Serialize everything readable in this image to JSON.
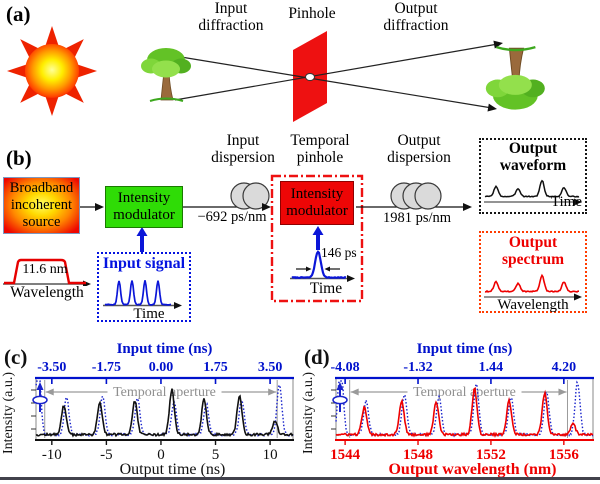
{
  "panel_a": {
    "label": "(a)",
    "input_diffraction": "Input\ndiffraction",
    "pinhole": "Pinhole",
    "output_diffraction": "Output\ndiffraction"
  },
  "panel_b": {
    "label": "(b)",
    "source": "Broadband\nincoherent\nsource",
    "modulator": "Intensity\nmodulator",
    "input_dispersion": "Input\ndispersion",
    "input_dispersion_value": "−692 ps/nm",
    "temporal_pinhole": "Temporal\npinhole",
    "temporal_modulator": "Intensity\nmodulator",
    "output_dispersion": "Output\ndispersion",
    "output_dispersion_value": "1981 ps/nm",
    "output_waveform": "Output\nwaveform",
    "output_waveform_axis": "Time",
    "output_spectrum": "Output\nspectrum",
    "output_spectrum_axis": "Wavelength",
    "source_bandwidth": "11.6 nm",
    "source_axis_label": "Wavelength",
    "input_signal": "Input signal",
    "input_signal_axis": "Time",
    "pinhole_duration": "146 ps",
    "pinhole_axis": "Time",
    "waveform_icon": {
      "peak_positions": [
        13,
        35,
        59,
        81
      ],
      "peak_heights": [
        0.62,
        0.5,
        1.0,
        0.55
      ]
    },
    "spectrum_icon": {
      "peak_positions": [
        13,
        35,
        59,
        81
      ],
      "peak_heights": [
        0.6,
        0.5,
        1.0,
        0.58
      ]
    },
    "input_signal_icon": {
      "peak_positions": [
        18,
        31,
        44,
        57
      ],
      "peak_heights": [
        1,
        1,
        1,
        1
      ]
    },
    "pinhole_pulse_icon": {
      "peak_positions": [
        30
      ],
      "peak_heights": [
        1
      ]
    }
  },
  "colors": {
    "pinhole_red": "#ee1111",
    "modulator_green": "#2fdc06",
    "signal_blue": "#0b16d8",
    "dotted_series_blue": "#1822cc",
    "output_series_red": "#ee0000"
  },
  "chart_data": [
    {
      "type": "line",
      "panel_label": "(c)",
      "ylabel": "Intensity (a.u.)",
      "xlim": [
        -11.45,
        12.1
      ],
      "top_axis": {
        "label": "Input time (ns)",
        "tick_labels": [
          "-3.50",
          "-1.75",
          "0.00",
          "1.75",
          "3.50"
        ],
        "tick_values": [
          -3.5,
          -1.75,
          0.0,
          1.75,
          3.5
        ],
        "positions": [
          -10,
          -5,
          0,
          5,
          10
        ],
        "color": "#0011cc"
      },
      "bottom_axis": {
        "label": "Output time (ns)",
        "tick_labels": [
          "-10",
          "-5",
          "0",
          "5",
          "10"
        ],
        "tick_values": [
          -10,
          -5,
          0,
          5,
          10
        ],
        "positions": [
          -10,
          -5,
          0,
          5,
          10
        ],
        "color": "#111111",
        "bold": false
      },
      "aperture": {
        "label": "Temporal aperture",
        "range": [
          -10.65,
          10.65
        ]
      },
      "sigma": 0.22,
      "seed": 11,
      "clip_marker": true,
      "series": [
        {
          "id": "input-signal-dotted",
          "style": "dotted",
          "color": "#1822cc",
          "centers": [
            -11.25,
            -8.65,
            -5.35,
            -2.15,
            1.2,
            4.15,
            7.4,
            10.85
          ],
          "heights": [
            1.35,
            0.66,
            0.7,
            0.66,
            0.6,
            0.56,
            0.64,
            0.9
          ]
        },
        {
          "id": "output-waveform-solid",
          "style": "solid",
          "color": "#111111",
          "centers": [
            -8.9,
            -5.6,
            -2.4,
            1.0,
            3.95,
            7.2,
            10.45
          ],
          "heights": [
            0.52,
            0.58,
            0.6,
            0.8,
            0.63,
            0.7,
            0.24
          ]
        }
      ]
    },
    {
      "type": "line",
      "panel_label": "(d)",
      "ylabel": "Intensity (a.u.)",
      "xlim": [
        1543.5,
        1557.6
      ],
      "top_axis": {
        "label": "Input time (ns)",
        "tick_labels": [
          "-4.08",
          "-1.32",
          "1.44",
          "4.20"
        ],
        "tick_values": [
          -4.08,
          -1.32,
          1.44,
          4.2
        ],
        "positions": [
          1544,
          1548,
          1552,
          1556
        ],
        "color": "#0011cc"
      },
      "bottom_axis": {
        "label": "Output wavelength (nm)",
        "tick_labels": [
          "1544",
          "1548",
          "1552",
          "1556"
        ],
        "tick_values": [
          1544,
          1548,
          1552,
          1556
        ],
        "positions": [
          1544,
          1548,
          1552,
          1556
        ],
        "color": "#ee0000",
        "bold": true
      },
      "aperture": {
        "label": "Temporal aperture",
        "range": [
          1544.25,
          1556.2
        ]
      },
      "sigma": 0.135,
      "seed": 23,
      "clip_marker": true,
      "series": [
        {
          "id": "input-signal-dotted",
          "style": "dotted",
          "color": "#1822cc",
          "centers": [
            1543.75,
            1545.15,
            1547.25,
            1549.15,
            1551.2,
            1553.1,
            1555.05,
            1556.75
          ],
          "heights": [
            1.35,
            0.6,
            0.73,
            0.68,
            0.9,
            0.68,
            0.78,
            0.93
          ]
        },
        {
          "id": "output-spectrum-solid",
          "style": "solid",
          "color": "#ee0000",
          "centers": [
            1545.05,
            1547.1,
            1549.0,
            1551.1,
            1553.0,
            1554.95,
            1556.5
          ],
          "heights": [
            0.48,
            0.6,
            0.58,
            0.82,
            0.6,
            0.74,
            0.2
          ]
        }
      ]
    }
  ]
}
